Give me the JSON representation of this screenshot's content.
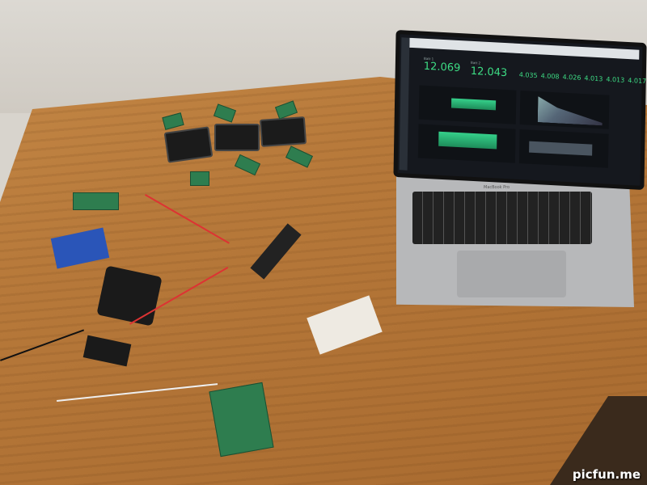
{
  "laptop": {
    "brand_label": "MacBook Pro",
    "dashboard": {
      "stat_1_label": "Batt 1",
      "stat_1_value": "12.069",
      "stat_2_label": "Batt 2",
      "stat_2_value": "12.043",
      "cell_voltages": [
        "4.035",
        "4.008",
        "4.026",
        "4.013",
        "4.013",
        "4.017"
      ],
      "accent_color": "#3ddc84",
      "background_color": "#15181e"
    }
  },
  "watermark": "picfun.me"
}
